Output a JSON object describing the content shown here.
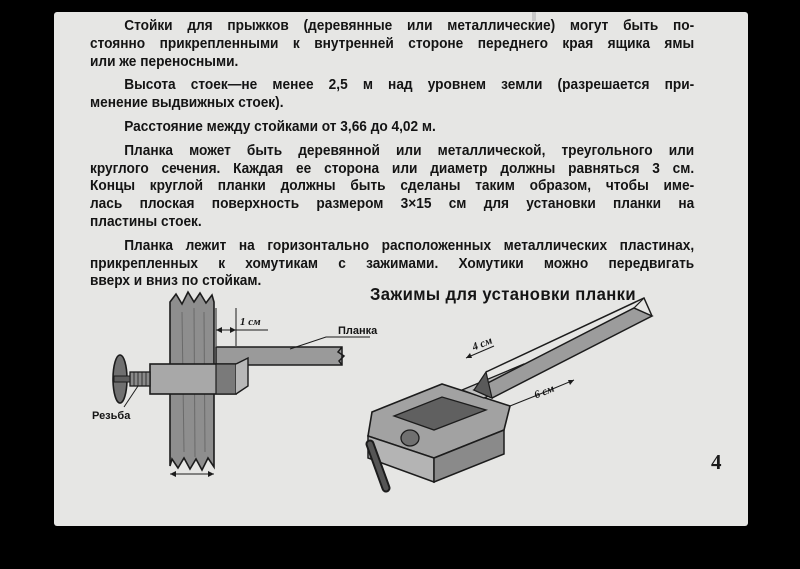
{
  "paragraphs": [
    {
      "indent": true,
      "lines": [
        "Стойки для прыжков (деревянные или металлические) могут быть по-",
        "стоянно прикрепленными к внутренней стороне переднего края ящика ямы",
        "или же переносными."
      ]
    },
    {
      "indent": true,
      "lines": [
        "Высота стоек—не менее 2,5 м над уровнем земли (разрешается при-",
        "менение выдвижных стоек)."
      ]
    },
    {
      "indent": true,
      "lines": [
        "Расстояние между стойками от 3,66 до 4,02 м."
      ]
    },
    {
      "indent": true,
      "lines": [
        "Планка может быть деревянной или металлической, треугольного или",
        "круглого сечения. Каждая ее сторона или диаметр должны равняться 3 см.",
        "Концы круглой планки должны быть сделаны таким образом, чтобы име-",
        "лась плоская поверхность размером 3×15 см для установки планки на",
        "пластины стоек."
      ]
    },
    {
      "indent": true,
      "lines": [
        "Планка лежит на горизонтально расположенных металлических пластинах,",
        "прикрепленных к хомутикам с зажимами. Хомутики можно передвигать",
        "вверх и вниз по стойкам."
      ]
    }
  ],
  "caption": "Зажимы для установки планки",
  "figure": {
    "dim_1cm": "1 см",
    "label_plank": "Планка",
    "label_thread": "Резьба",
    "dim_4cm": "4 см",
    "dim_6cm": "6 см"
  },
  "page_number": "4",
  "colors": {
    "background": "#000000",
    "slide": "#e6e6e4",
    "ink": "#141414"
  }
}
